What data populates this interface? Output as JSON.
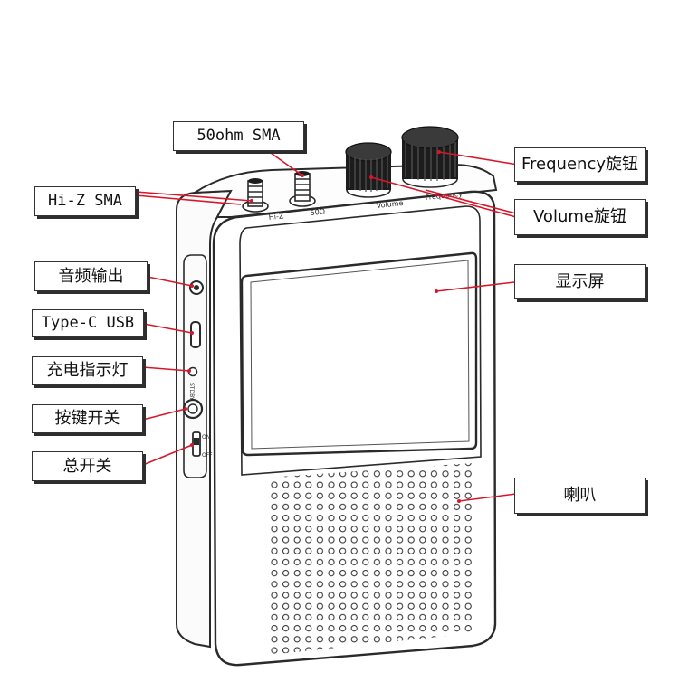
{
  "labels": {
    "sma_50ohm": "50ohm SMA",
    "hiz_sma": "Hi-Z SMA",
    "audio_out": "音频输出",
    "type_c": "Type-C USB",
    "charge_led": "充电指示灯",
    "button_switch": "按键开关",
    "main_switch": "总开关",
    "frequency_knob": "Frequency旋钮",
    "volume_knob": "Volume旋钮",
    "display": "显示屏",
    "speaker": "喇叭"
  },
  "device_markings": {
    "hiz": "Hi-Z",
    "sma50": "50Ω",
    "volume": "Volume",
    "frequency": "Frequency",
    "standby": "STDBY",
    "on": "ON",
    "off": "OFF"
  },
  "colors": {
    "outline": "#2a2a2a",
    "knob": "#1c1c1c",
    "callout_shadow": "#2e2e2e",
    "arrow": "#d8162a"
  }
}
